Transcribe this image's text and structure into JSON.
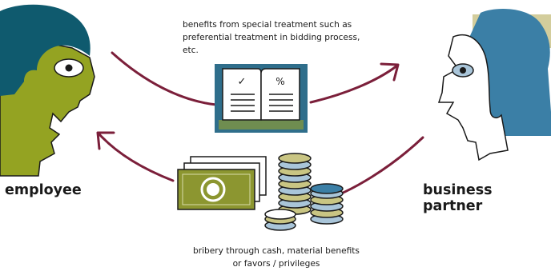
{
  "captions": {
    "top": "benefits from special treatment such as preferential treatment in bidding process, etc.",
    "bottom_line1": "bribery through cash, material benefits",
    "bottom_line2": "or favors / privileges"
  },
  "roles": {
    "left": "employee",
    "right": "business partner"
  },
  "book": {
    "left_page_mark": "✓",
    "right_page_mark": "%"
  },
  "colors": {
    "arrow": "#7b1f3a",
    "employee_hair": "#0f5a6e",
    "employee_face": "#94a322",
    "partner_face": "#3b7fa6",
    "accent_band": "#d3cd9c",
    "book": "#2f6e8b",
    "cash": "#8c9630",
    "coin_olive": "#c9c583",
    "coin_blue": "#a9c5d9"
  }
}
